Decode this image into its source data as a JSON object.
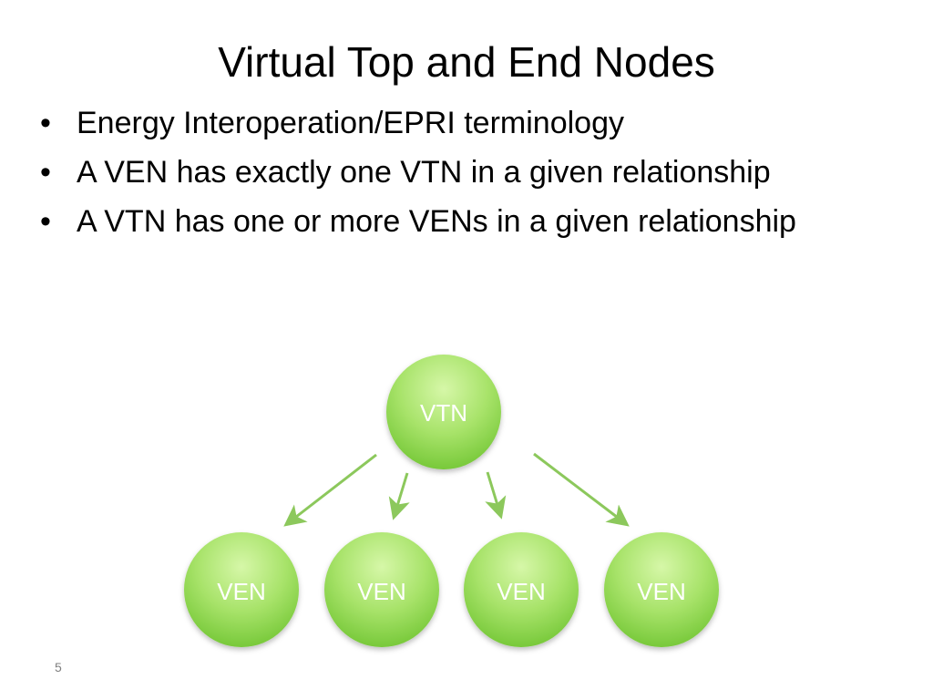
{
  "slide": {
    "title": "Virtual Top and End Nodes",
    "bullets": [
      "Energy Interoperation/EPRI terminology",
      "A VEN has exactly one VTN in a given relationship",
      "A VTN has one or more VENs in a given relationship"
    ],
    "bullet_glyph": "•",
    "page_number": "5"
  },
  "diagram": {
    "top_node": {
      "label": "VTN"
    },
    "end_nodes": [
      {
        "label": "VEN"
      },
      {
        "label": "VEN"
      },
      {
        "label": "VEN"
      },
      {
        "label": "VEN"
      }
    ],
    "colors": {
      "node_fill_light": "#c9f29a",
      "node_fill_dark": "#7fcf3f",
      "arrow": "#8cc85c",
      "label": "#ffffff"
    }
  }
}
